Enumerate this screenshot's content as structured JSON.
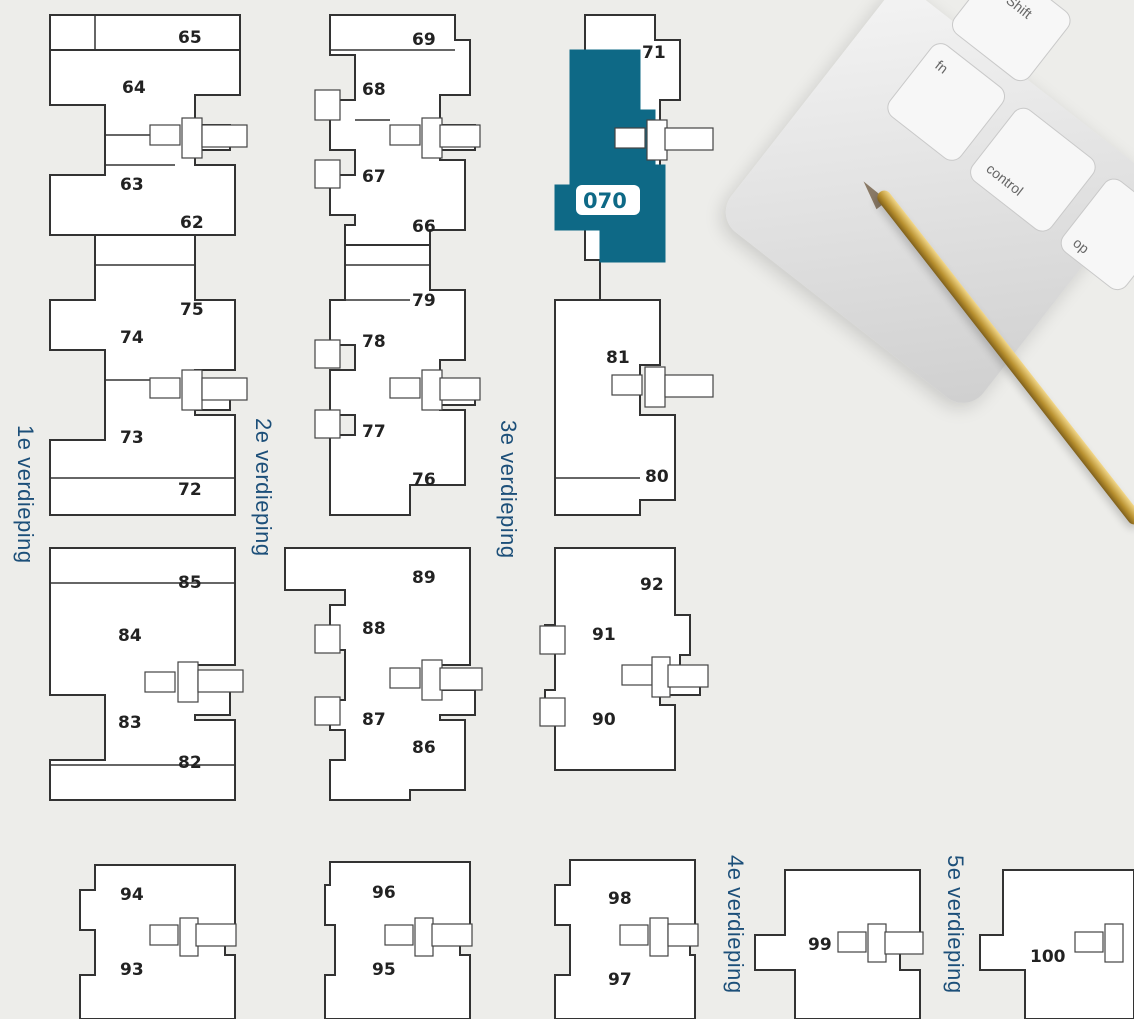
{
  "colors": {
    "plan_line": "#333333",
    "plan_fill": "#ffffff",
    "highlight": "#0e6986",
    "label": "#1c4f79"
  },
  "floors": [
    {
      "label": "1e verdieping"
    },
    {
      "label": "2e verdieping"
    },
    {
      "label": "3e verdieping"
    },
    {
      "label": "4e verdieping"
    },
    {
      "label": "5e verdieping"
    }
  ],
  "units": {
    "u65": "65",
    "u64": "64",
    "u63": "63",
    "u62": "62",
    "u75": "75",
    "u74": "74",
    "u73": "73",
    "u72": "72",
    "u69": "69",
    "u68": "68",
    "u67": "67",
    "u66": "66",
    "u79": "79",
    "u78": "78",
    "u77": "77",
    "u76": "76",
    "u71": "71",
    "u070": "070",
    "u81": "81",
    "u80": "80",
    "u85": "85",
    "u84": "84",
    "u83": "83",
    "u82": "82",
    "u89": "89",
    "u88": "88",
    "u87": "87",
    "u86": "86",
    "u92": "92",
    "u91": "91",
    "u90": "90",
    "u94": "94",
    "u93": "93",
    "u96": "96",
    "u95": "95",
    "u98": "98",
    "u97": "97",
    "u99": "99",
    "u100": "100"
  },
  "keyboard": {
    "shift": "Shift",
    "fn": "fn",
    "control": "control",
    "option": "op"
  }
}
